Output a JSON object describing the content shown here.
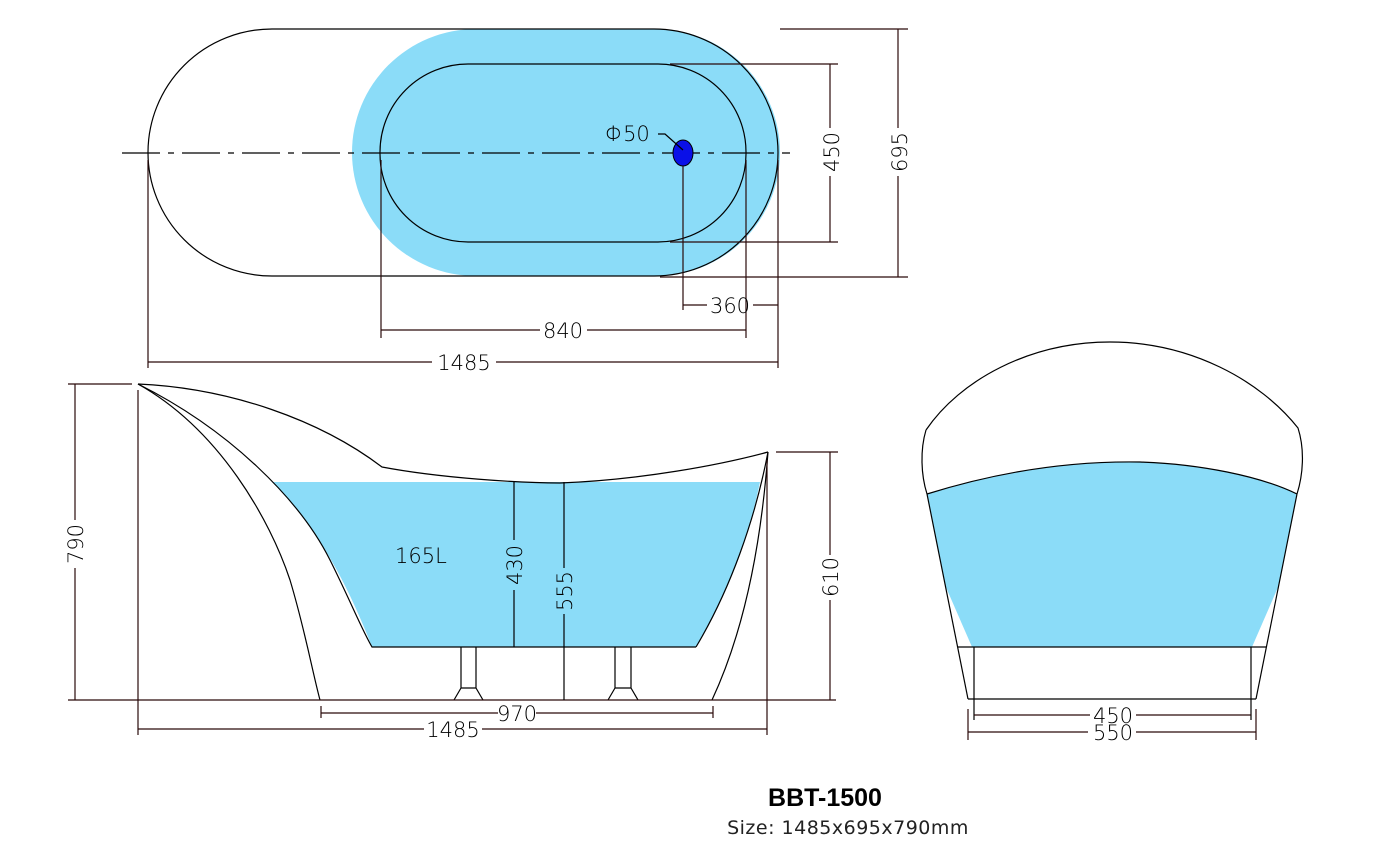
{
  "product": {
    "model": "BBT-1500",
    "size_label": "Size: 1485x695x790mm"
  },
  "colors": {
    "water_fill": "#8BDCF8",
    "drain": "#0A10E8",
    "line": "#000000",
    "dim_line": "#2A0A0A"
  },
  "top_view": {
    "drain_label": "Φ50",
    "dims": {
      "inner_height": "450",
      "outer_height": "695",
      "drain_offset": "360",
      "inner_length": "840",
      "overall_length": "1485"
    }
  },
  "side_view": {
    "volume_label": "165L",
    "dims": {
      "overall_height": "790",
      "water_depth": "430",
      "inner_depth": "555",
      "rim_height": "610",
      "leg_span": "970",
      "overall_length": "1485"
    }
  },
  "end_view": {
    "dims": {
      "base_inner_width": "450",
      "base_outer_width": "550"
    }
  }
}
